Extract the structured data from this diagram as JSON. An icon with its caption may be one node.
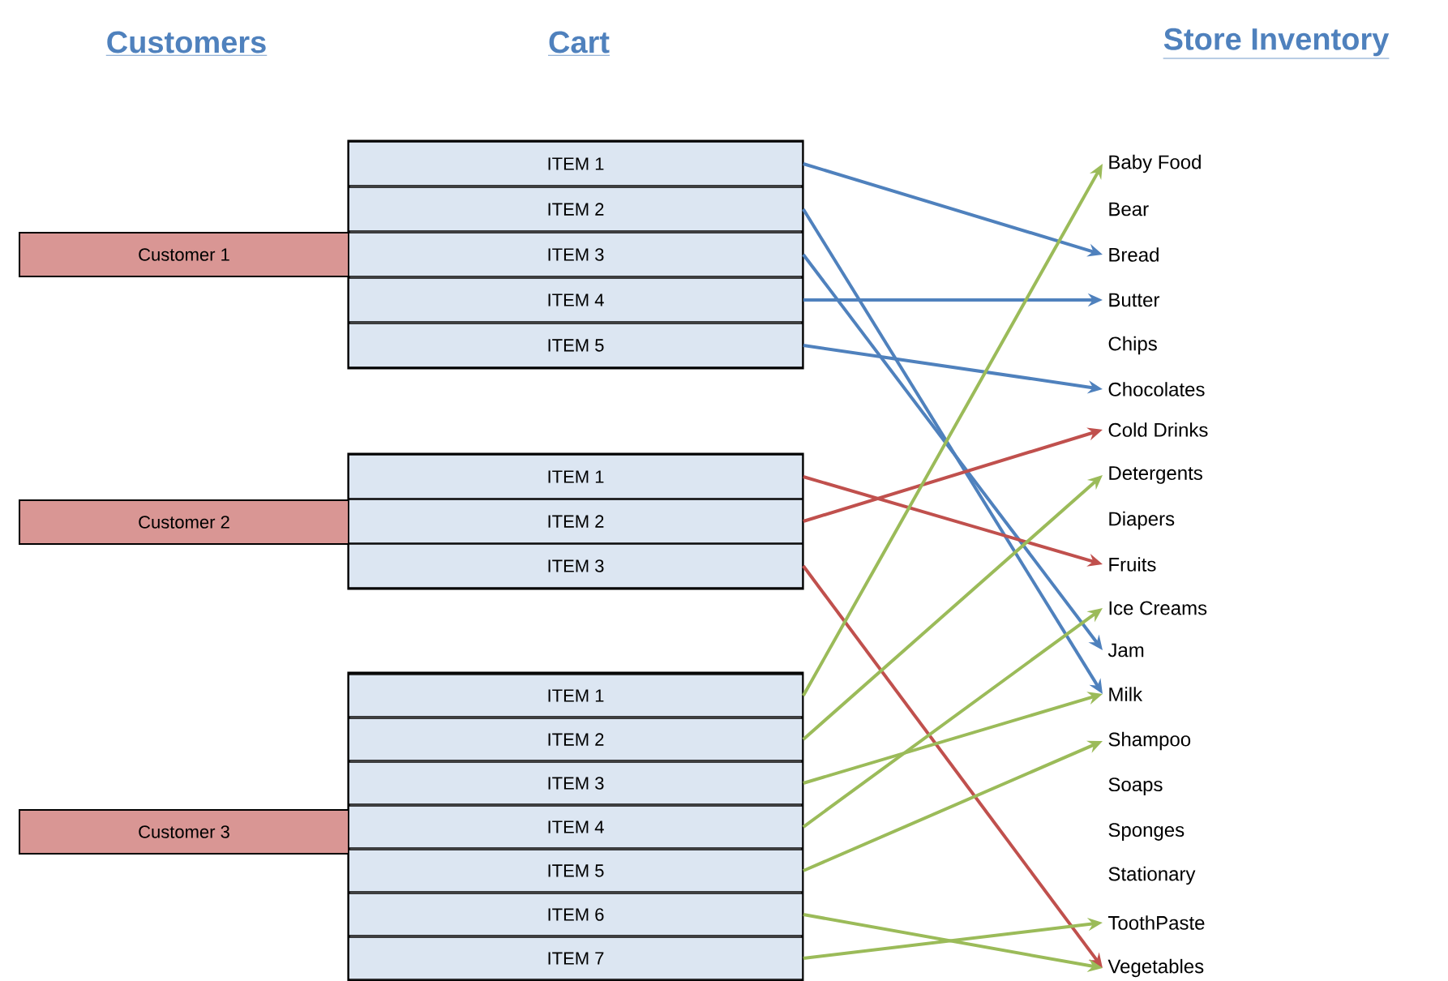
{
  "diagram": {
    "nodes": [
      {
        "text": [
          "Customer 1"
        ]
      },
      {
        "text": [
          "Customer 2"
        ]
      },
      {
        "text": [
          "Customer 3"
        ]
      },
      {
        "text": [
          "ITEM 1"
        ]
      },
      {
        "text": [
          "ITEM 2"
        ]
      },
      {
        "text": [
          "ITEM 3"
        ]
      },
      {
        "text": [
          "ITEM 4"
        ]
      },
      {
        "text": [
          "ITEM 5"
        ]
      },
      {
        "text": [
          "ITEM 1"
        ]
      },
      {
        "text": [
          "ITEM 2"
        ]
      },
      {
        "text": [
          "ITEM 3"
        ]
      },
      {
        "text": [
          "ITEM 1"
        ]
      },
      {
        "text": [
          "ITEM 2"
        ]
      },
      {
        "text": [
          "ITEM 3"
        ]
      },
      {
        "text": [
          "ITEM 4"
        ]
      },
      {
        "text": [
          "ITEM 5"
        ]
      },
      {
        "text": [
          "ITEM 6"
        ]
      },
      {
        "text": [
          "ITEM 7"
        ]
      },
      {
        "text": [
          "Baby Food"
        ]
      },
      {
        "text": [
          "Bear"
        ]
      },
      {
        "text": [
          "Bread"
        ]
      },
      {
        "text": [
          "Butter"
        ]
      },
      {
        "text": [
          "Chips"
        ]
      },
      {
        "text": [
          "Chocolates"
        ]
      },
      {
        "text": [
          "Cold Drinks"
        ]
      },
      {
        "text": [
          "Detergents"
        ]
      },
      {
        "text": [
          "Diapers"
        ]
      },
      {
        "text": [
          "Fruits"
        ]
      },
      {
        "text": [
          "Ice Creams"
        ]
      },
      {
        "text": [
          "Jam"
        ]
      },
      {
        "text": [
          "Milk"
        ]
      },
      {
        "text": [
          "Shampoo"
        ]
      },
      {
        "text": [
          "Soaps"
        ]
      },
      {
        "text": [
          "Sponges"
        ]
      },
      {
        "text": [
          "Stationary"
        ]
      },
      {
        "text": [
          "ToothPaste"
        ]
      },
      {
        "text": [
          "Vegetables"
        ]
      }
    ],
    "edges": [
      {
        "from": 3,
        "to": 20,
        "arrow": "to",
        "color": "#4f81bd"
      },
      {
        "from": 4,
        "to": 30,
        "arrow": "to",
        "color": "#4f81bd"
      },
      {
        "from": 5,
        "to": 29,
        "arrow": "to",
        "color": "#4f81bd"
      },
      {
        "from": 6,
        "to": 21,
        "arrow": "to",
        "color": "#4f81bd"
      },
      {
        "from": 7,
        "to": 23,
        "arrow": "to",
        "color": "#4f81bd"
      },
      {
        "from": 8,
        "to": 27,
        "arrow": "to",
        "color": "#c0504d"
      },
      {
        "from": 9,
        "to": 24,
        "arrow": "to",
        "color": "#c0504d"
      },
      {
        "from": 10,
        "to": 36,
        "arrow": "to",
        "color": "#c0504d"
      },
      {
        "from": 11,
        "to": 18,
        "arrow": "to"
      },
      {
        "from": 12,
        "to": 25,
        "arrow": "to"
      },
      {
        "from": 13,
        "to": 30,
        "arrow": "to"
      },
      {
        "from": 14,
        "to": 28,
        "arrow": "to"
      },
      {
        "from": 15,
        "to": 31,
        "arrow": "to"
      },
      {
        "from": 16,
        "to": 36,
        "arrow": "to"
      },
      {
        "from": 17,
        "to": 35,
        "arrow": "to"
      }
    ],
    "labels": [
      "Customers",
      "Cart",
      "Store Inventory"
    ]
  }
}
